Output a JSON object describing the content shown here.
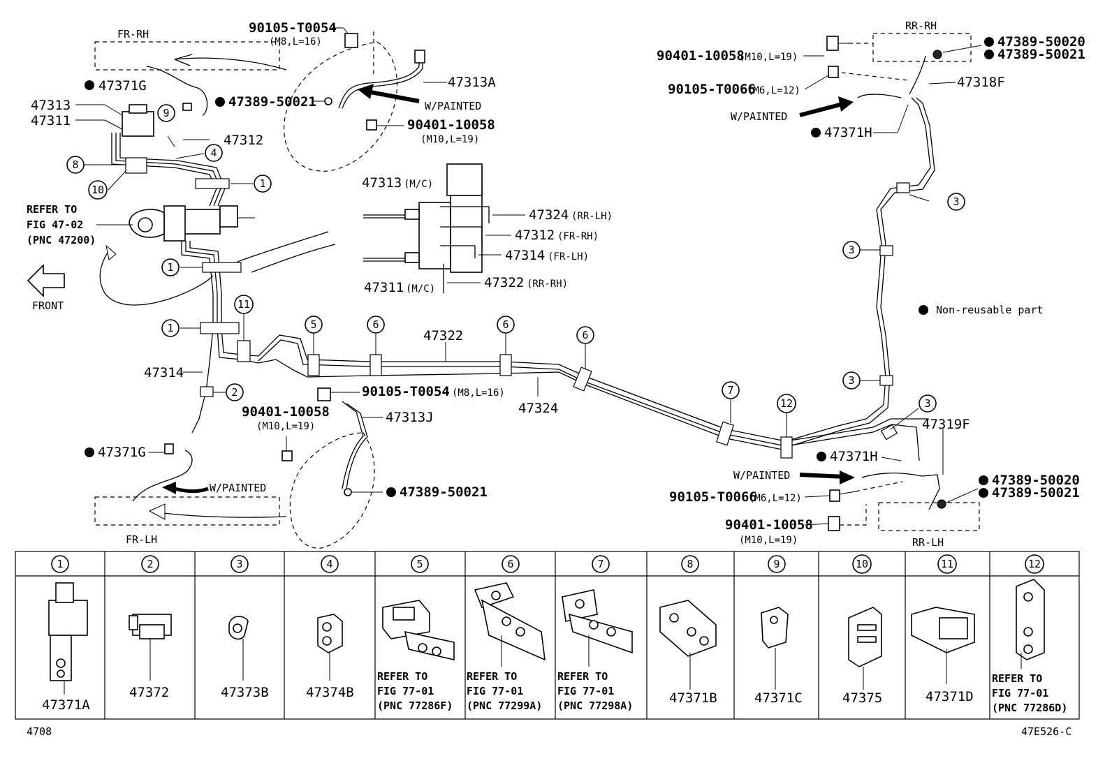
{
  "diagram": {
    "side_labels": {
      "fr_rh": "FR-RH",
      "fr_lh": "FR-LH",
      "rr_rh": "RR-RH",
      "rr_lh": "RR-LH"
    },
    "callouts": {
      "p90105_t0054_top": "90105-T0054",
      "m8_l16_top": "(M8,L=16)",
      "p47313a": "47313A",
      "w_painted_top": "W/PAINTED",
      "p90401_10058_top": "90401-10058",
      "m10_l19_top": "(M10,L=19)",
      "p47389_50021_top": "47389-50021",
      "p47371g_top": "47371G",
      "p47313": "47313",
      "p47311": "47311",
      "p47312": "47312",
      "refer_fig_line1": "REFER TO",
      "refer_fig_line2": "FIG 47-02",
      "refer_fig_line3": "(PNC 47200)",
      "front": "FRONT",
      "p47314": "47314",
      "p47313_mc": "47313",
      "mc_1": "(M/C)",
      "p47311_mc": "47311",
      "mc_2": "(M/C)",
      "p47324_rrlh": "47324",
      "rr_lh_note": "(RR-LH)",
      "p47312_frrh": "47312",
      "fr_rh_note": "(FR-RH)",
      "p47314_frlh": "47314",
      "fr_lh_note": "(FR-LH)",
      "p47322_rrrh": "47322",
      "rr_rh_note": "(RR-RH)",
      "p47322": "47322",
      "p47324": "47324",
      "p90105_t0054_mid": "90105-T0054",
      "m8_l16_mid": "(M8,L=16)",
      "p90401_10058_mid": "90401-10058",
      "m10_l19_mid": "(M10,L=19)",
      "p47313j": "47313J",
      "p47389_50021_mid": "47389-50021",
      "p47371g_bot": "47371G",
      "w_painted_bot": "W/PAINTED",
      "p90401_10058_rr": "90401-10058",
      "m10_l19_rr": "(M10,L=19)",
      "p90105_t0066_rr": "90105-T0066",
      "m6_l12_rr": "(M6,L=12)",
      "w_painted_rr": "W/PAINTED",
      "p47371h_rr": "47371H",
      "p47389_50020_rr": "47389-50020",
      "p47389_50021_rr": "47389-50021",
      "p47318f": "47318F",
      "non_reusable": "Non-reusable part",
      "p47319f": "47319F",
      "p47371h_rl": "47371H",
      "w_painted_rl": "W/PAINTED",
      "p90105_t0066_rl": "90105-T0066",
      "m6_l12_rl": "(M6,L=12)",
      "p90401_10058_rl": "90401-10058",
      "m10_l19_rl": "(M10,L=19)",
      "p47389_50020_rl": "47389-50020",
      "p47389_50021_rl": "47389-50021"
    },
    "circle_numbers": {
      "n1a": "1",
      "n1b": "1",
      "n1c": "1",
      "n2": "2",
      "n3a": "3",
      "n3b": "3",
      "n3c": "3",
      "n3d": "3",
      "n4": "4",
      "n5": "5",
      "n6a": "6",
      "n6b": "6",
      "n6c": "6",
      "n7": "7",
      "n8": "8",
      "n9": "9",
      "n10": "10",
      "n11": "11",
      "n12": "12"
    }
  },
  "parts_table": {
    "headers": [
      "1",
      "2",
      "3",
      "4",
      "5",
      "6",
      "7",
      "8",
      "9",
      "10",
      "11",
      "12"
    ],
    "cells": [
      {
        "part": "47371A"
      },
      {
        "part": "47372"
      },
      {
        "part": "47373B"
      },
      {
        "part": "47374B"
      },
      {
        "ref1": "REFER TO",
        "ref2": "FIG 77-01",
        "ref3": "(PNC 77286F)"
      },
      {
        "ref1": "REFER TO",
        "ref2": "FIG 77-01",
        "ref3": "(PNC 77299A)"
      },
      {
        "ref1": "REFER TO",
        "ref2": "FIG 77-01",
        "ref3": "(PNC 77298A)"
      },
      {
        "part": "47371B"
      },
      {
        "part": "47371C"
      },
      {
        "part": "47375"
      },
      {
        "part": "47371D"
      },
      {
        "ref1": "REFER TO",
        "ref2": "FIG 77-01",
        "ref3": "(PNC 77286D)"
      }
    ]
  },
  "footer": {
    "page_code": "4708",
    "figure_code": "47E526-C"
  }
}
